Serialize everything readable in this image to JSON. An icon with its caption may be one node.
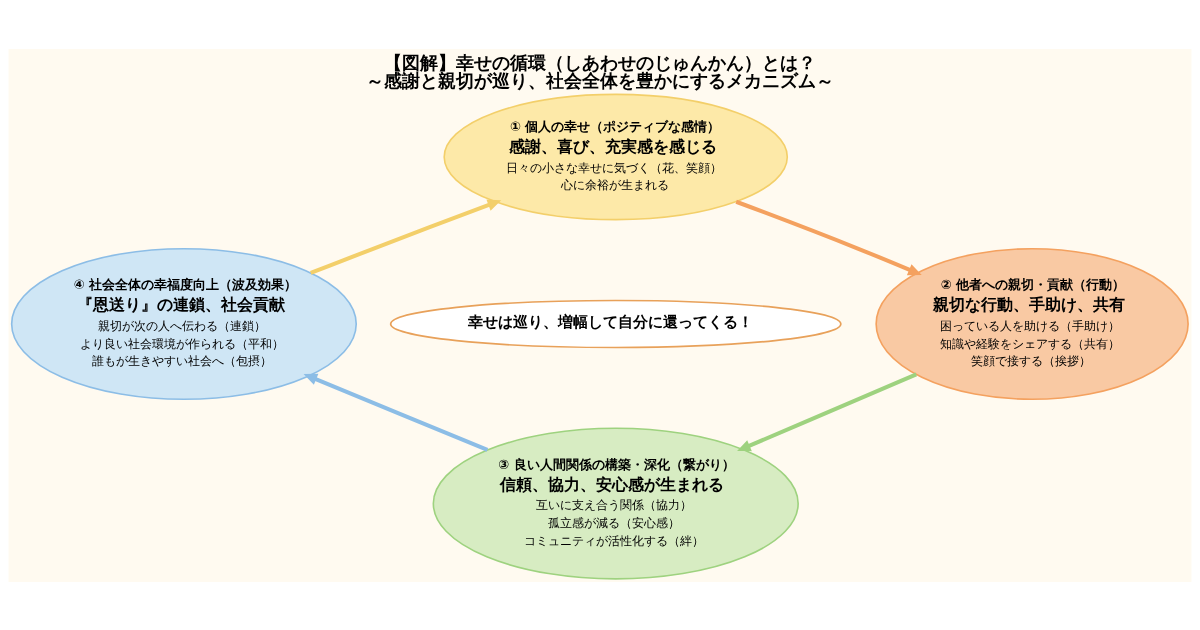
{
  "diagram": {
    "title": "【図解】幸せの循環（しあわせのじゅんかん）とは？",
    "caption": "～感謝と親切が巡り、社会全体を豊かにするメカニズム～",
    "nodes": [
      {
        "text": [
          "① 個人の幸せ（ポジティブな感情）",
          "感謝、喜び、充実感を感じる",
          "日々の小さな幸せに気づく（花、笑顔）",
          "心に余裕が生まれる"
        ]
      },
      {
        "text": [
          "② 他者への親切・貢献（行動）",
          "親切な行動、手助け、共有",
          "困っている人を助ける（手助け）",
          "知識や経験をシェアする（共有）",
          "笑顔で接する（挨拶）"
        ]
      },
      {
        "text": [
          "③ 良い人間関係の構築・深化（繋がり）",
          "信頼、協力、安心感が生まれる",
          "互いに支え合う関係（協力）",
          "孤立感が減る（安心感）",
          "コミュニティが活性化する（絆）"
        ]
      },
      {
        "text": [
          "④ 社会全体の幸福度向上（波及効果）",
          "『恩送り』の連鎖、社会貢献",
          "親切が次の人へ伝わる（連鎖）",
          "より良い社会環境が作られる（平和）",
          "誰もが生きやすい社会へ（包摂）"
        ]
      },
      {
        "text": [
          "幸せは巡り、増幅して自分に還ってくる！"
        ]
      }
    ],
    "edges": [
      {
        "from": 0,
        "to": 1,
        "arrow": "to",
        "color": "#f4a15f"
      },
      {
        "from": 1,
        "to": 2,
        "arrow": "to",
        "color": "#9ed27f"
      },
      {
        "from": 2,
        "to": 3,
        "arrow": "to",
        "color": "#8cbde6"
      },
      {
        "from": 3,
        "to": 0,
        "arrow": "to",
        "color": "#f3cf6a"
      }
    ]
  }
}
